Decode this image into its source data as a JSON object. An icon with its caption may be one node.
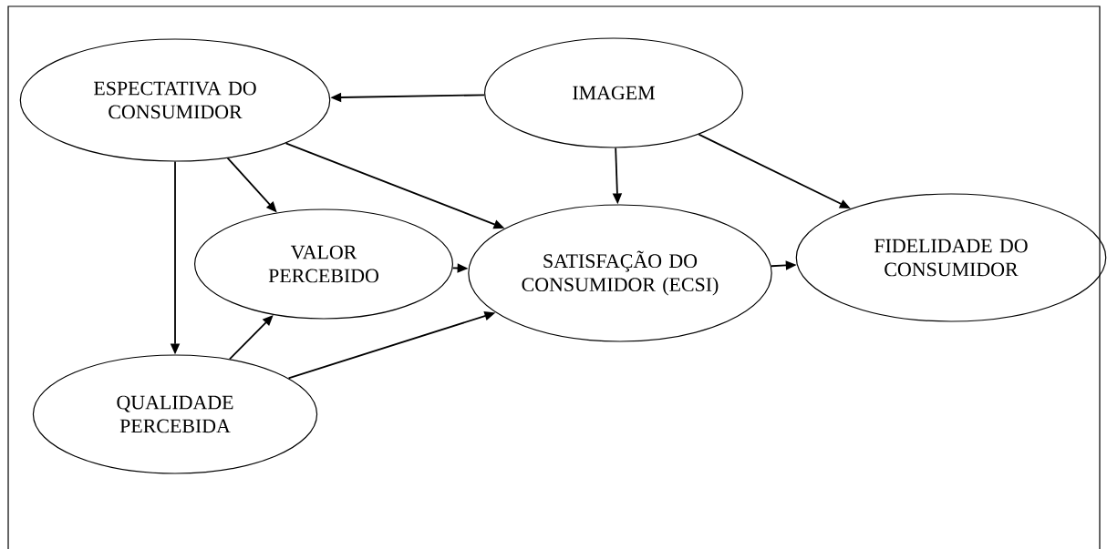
{
  "diagram": {
    "nodes": [
      {
        "text": [
          "ESPECTATIVA DO CONSUMIDOR"
        ]
      },
      {
        "text": [
          "IMAGEM"
        ]
      },
      {
        "text": [
          "VALOR PERCEBIDO"
        ]
      },
      {
        "text": [
          "SATISFAÇÃO DO CONSUMIDOR (ECSI)"
        ]
      },
      {
        "text": [
          "FIDELIDADE DO CONSUMIDOR"
        ]
      },
      {
        "text": [
          "QUALIDADE PERCEBIDA"
        ]
      }
    ],
    "edges": [
      {
        "from": 1,
        "to": 0,
        "arrow": "to"
      },
      {
        "from": 0,
        "to": 2,
        "arrow": "to"
      },
      {
        "from": 0,
        "to": 3,
        "arrow": "to"
      },
      {
        "from": 0,
        "to": 5,
        "arrow": "to"
      },
      {
        "from": 2,
        "to": 3,
        "arrow": "to"
      },
      {
        "from": 5,
        "to": 2,
        "arrow": "to"
      },
      {
        "from": 5,
        "to": 3,
        "arrow": "to"
      },
      {
        "from": 1,
        "to": 3,
        "arrow": "to"
      },
      {
        "from": 1,
        "to": 4,
        "arrow": "to"
      },
      {
        "from": 3,
        "to": 4,
        "arrow": "to"
      }
    ]
  }
}
